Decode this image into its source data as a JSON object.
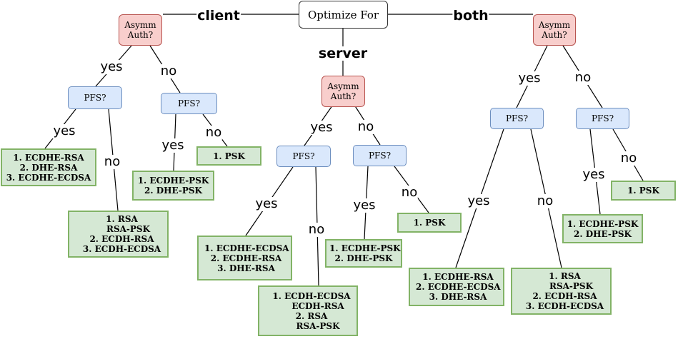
{
  "root": {
    "label": "Optimize For"
  },
  "branches": {
    "client": "client",
    "server": "server",
    "both": "both"
  },
  "asymm_label": [
    "Asymm",
    "Auth?"
  ],
  "pfs_label": "PFS?",
  "edge_labels": {
    "yes": "yes",
    "no": "no"
  },
  "leaves": {
    "client_yes_yes": [
      "1. ECDHE-RSA",
      "2. DHE-RSA",
      "3. ECDHE-ECDSA"
    ],
    "client_yes_no": [
      "1. RSA",
      "RSA-PSK",
      "2. ECDH-RSA",
      "3. ECDH-ECDSA"
    ],
    "client_no_yes": [
      "1. ECDHE-PSK",
      "2. DHE-PSK"
    ],
    "client_no_no": [
      "1. PSK"
    ],
    "server_yes_yes": [
      "1. ECDHE-ECDSA",
      "2. ECDHE-RSA",
      "3. DHE-RSA"
    ],
    "server_yes_no": [
      "1. ECDH-ECDSA",
      "ECDH-RSA",
      "2. RSA",
      "RSA-PSK"
    ],
    "server_no_yes": [
      "1. ECDHE-PSK",
      "2. DHE-PSK"
    ],
    "server_no_no": [
      "1. PSK"
    ],
    "both_yes_yes": [
      "1. ECDHE-RSA",
      "2. ECDHE-ECDSA",
      "3. DHE-RSA"
    ],
    "both_yes_no": [
      "1. RSA",
      "RSA-PSK",
      "2. ECDH-RSA",
      "3. ECDH-ECDSA"
    ],
    "both_no_yes": [
      "1. ECDHE-PSK",
      "2. DHE-PSK"
    ],
    "both_no_no": [
      "1. PSK"
    ]
  }
}
